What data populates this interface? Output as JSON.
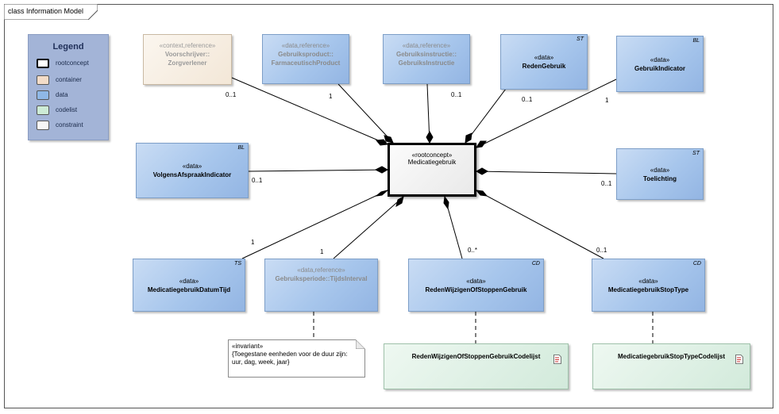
{
  "frame": {
    "title": "class Information Model"
  },
  "legend": {
    "title": "Legend",
    "items": [
      {
        "label": "rootconcept",
        "color": "#ffffff"
      },
      {
        "label": "container",
        "color": "#f3dcc8"
      },
      {
        "label": "data",
        "color": "#8fb8e6"
      },
      {
        "label": "codelist",
        "color": "#cdebd6"
      },
      {
        "label": "constraint",
        "color": "#f7f7f7"
      }
    ]
  },
  "root": {
    "stereotype": "«rootconcept»",
    "name": "Medicatiegebruik"
  },
  "classes": {
    "voorschrijver": {
      "stereotype": "«context,reference»",
      "name": "Voorschrijver::",
      "name2": "Zorgverlener",
      "tag": ""
    },
    "gebruiksproduct": {
      "stereotype": "«data,reference»",
      "name": "Gebruiksproduct::",
      "name2": "FarmaceutischProduct",
      "tag": ""
    },
    "gebruiksinstructie": {
      "stereotype": "«data,reference»",
      "name": "Gebruiksinstructie::",
      "name2": "GebruiksInstructie",
      "tag": ""
    },
    "redengebruik": {
      "stereotype": "«data»",
      "name": "RedenGebruik",
      "tag": "ST"
    },
    "gebruikindicator": {
      "stereotype": "«data»",
      "name": "GebruikIndicator",
      "tag": "BL"
    },
    "volgensafspraak": {
      "stereotype": "«data»",
      "name": "VolgensAfspraakIndicator",
      "tag": "BL"
    },
    "toelichting": {
      "stereotype": "«data»",
      "name": "Toelichting",
      "tag": "ST"
    },
    "datumtijd": {
      "stereotype": "«data»",
      "name": "MedicatiegebruikDatumTijd",
      "tag": "TS"
    },
    "gebruiksperiode": {
      "stereotype": "«data,reference»",
      "name": "Gebruiksperiode::TijdsInterval",
      "tag": ""
    },
    "redenwijzigen": {
      "stereotype": "«data»",
      "name": "RedenWijzigenOfStoppenGebruik",
      "tag": "CD"
    },
    "stoptype": {
      "stereotype": "«data»",
      "name": "MedicatiegebruikStopType",
      "tag": "CD"
    }
  },
  "codelists": {
    "redenwijzigen_cl": {
      "name": "RedenWijzigenOfStoppenGebruikCodelijst"
    },
    "stoptype_cl": {
      "name": "MedicatiegebruikStopTypeCodelijst"
    }
  },
  "multiplicities": {
    "voorschrijver": "0..1",
    "gebruiksproduct": "1",
    "gebruiksinstructie": "0..1",
    "redengebruik": "0..1",
    "gebruikindicator": "1",
    "volgensafspraak": "0..1",
    "toelichting": "0..1",
    "datumtijd": "1",
    "gebruiksperiode": "1",
    "redenwijzigen": "0..*",
    "stoptype": "0..1"
  },
  "note": {
    "stereotype": "«invariant»",
    "line1": "{Toegestane eenheden voor de duur zijn:",
    "line2": "uur, dag, week, jaar}"
  }
}
